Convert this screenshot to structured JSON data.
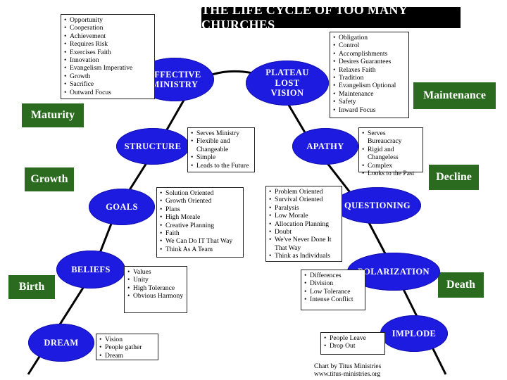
{
  "title": "THE LIFE CYCLE OF TOO MANY CHURCHES",
  "stages": {
    "maturity": "Maturity",
    "growth": "Growth",
    "birth": "Birth",
    "maintenance": "Maintenance",
    "decline": "Decline",
    "death": "Death"
  },
  "nodes": {
    "effective_ministry": "EFFECTIVE MINISTRY",
    "plateau": "PLATEAU LOST VISION",
    "structure": "STRUCTURE",
    "apathy": "APATHY",
    "goals": "GOALS",
    "questioning": "QUESTIONING",
    "beliefs": "BELIEFS",
    "polarization": "POLARIZATION",
    "dream": "DREAM",
    "implode": "IMPLODE"
  },
  "lists": {
    "effective_ministry": [
      "Opportunity",
      "Cooperation",
      "Achievement",
      "Requires Risk",
      "Exercises Faith",
      "Innovation",
      "Evangelism Imperative",
      "Growth",
      "Sacrifice",
      "Outward Focus"
    ],
    "plateau": [
      "Obligation",
      "Control",
      "Accomplishments",
      "Desires Guarantees",
      "Relaxes Faith",
      "Tradition",
      "Evangelism Optional",
      "Maintenance",
      "Safety",
      "Inward Focus"
    ],
    "structure": [
      "Serves Ministry",
      "Flexible and Changeable",
      "Simple",
      "Leads to the Future"
    ],
    "apathy": [
      "Serves Bureaucracy",
      "Rigid and Changeless",
      "Complex",
      "Looks to the Past"
    ],
    "goals": [
      "Solution Oriented",
      "Growth Oriented",
      "Plans",
      "High Morale",
      "Creative Planning",
      "Faith",
      "We Can Do IT That Way",
      "Think As A Team"
    ],
    "questioning": [
      "Problem Oriented",
      "Survival Oriented",
      "Paralysis",
      "Low Morale",
      "Allocation Planning",
      "Doubt",
      "We've Never Done It That Way",
      "Think as Individuals"
    ],
    "beliefs": [
      "Values",
      "Unity",
      "High Tolerance",
      "Obvious Harmony"
    ],
    "polarization": [
      "Differences",
      "Division",
      "Low Tolerance",
      "Intense Conflict"
    ],
    "dream": [
      "Vision",
      "People gather",
      "Dream"
    ],
    "implode": [
      "People Leave",
      "Drop Out"
    ]
  },
  "credit": {
    "line1": "Chart by Titus Ministries",
    "line2": "www.titus-ministries.org"
  }
}
